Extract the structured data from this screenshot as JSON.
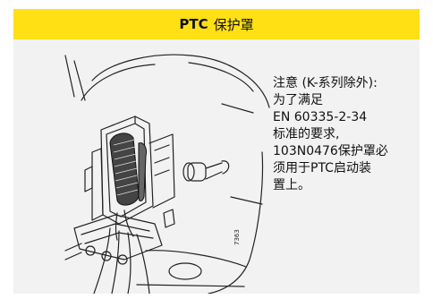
{
  "header": {
    "title_a": "PTC",
    "title_b": "保护罩",
    "bg_color": "#ffe014"
  },
  "figure": {
    "id_label": "7363"
  },
  "note": {
    "lines": [
      "注意 (K-系列除外):",
      "为了满足",
      "EN 60335-2-34",
      "标准的要求,",
      "103N0476保护罩必",
      "须用于PTC启动装",
      "置上。"
    ]
  }
}
